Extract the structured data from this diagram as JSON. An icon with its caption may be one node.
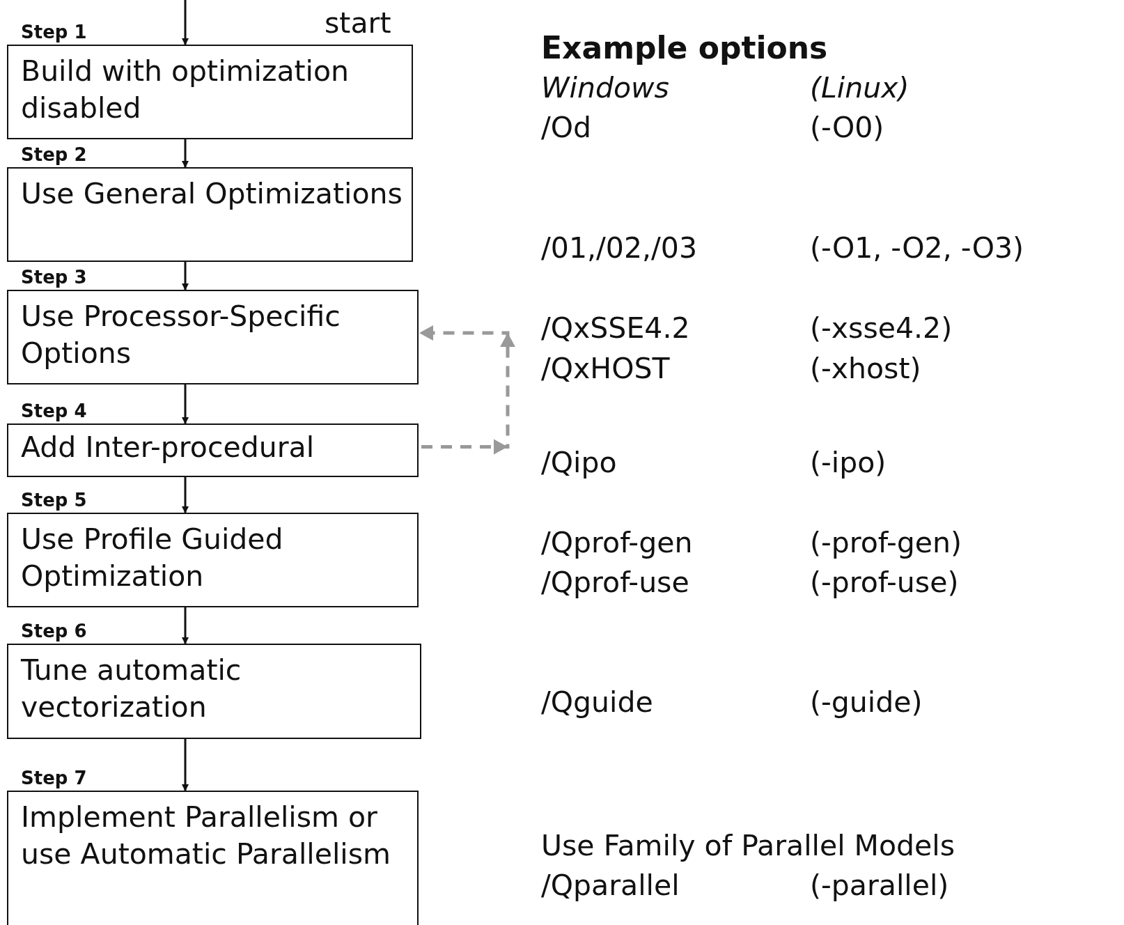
{
  "diagram": {
    "nodes": [
      {
        "text": [
          "Step 1",
          "Build with optimization disabled"
        ]
      },
      {
        "text": [
          "Step 2",
          "Use General Optimizations"
        ]
      },
      {
        "text": [
          "Step 3",
          "Use Processor-Specific Options"
        ]
      },
      {
        "text": [
          "Step 4",
          "Add Inter-procedural"
        ]
      },
      {
        "text": [
          "Step 5",
          "Use Profile Guided Optimization"
        ]
      },
      {
        "text": [
          "Step 6",
          "Tune automatic vectorization"
        ]
      },
      {
        "text": [
          "Step 7",
          "Implement Parallelism or use Automatic Parallelism"
        ]
      }
    ],
    "edges": [
      {
        "from": null,
        "to": 0,
        "arrow": "to"
      },
      {
        "from": 0,
        "to": 1,
        "arrow": "to"
      },
      {
        "from": 1,
        "to": 2,
        "arrow": "to"
      },
      {
        "from": 2,
        "to": 3,
        "arrow": "to"
      },
      {
        "from": 3,
        "to": 4,
        "arrow": "to"
      },
      {
        "from": 4,
        "to": 5,
        "arrow": "to"
      },
      {
        "from": 5,
        "to": 6,
        "arrow": "to"
      },
      {
        "from": 3,
        "to": 2,
        "arrow": "to",
        "style": "dashed",
        "color": "#999999"
      }
    ],
    "labels": [
      "start",
      "Example options",
      "Windows",
      "(Linux)",
      "/Od",
      "(-O0)",
      "/01,/02,/03",
      "(-O1, -O2, -O3)",
      "/QxSSE4.2",
      "(-xsse4.2)",
      "/QxHOST",
      "(-xhost)",
      "/Qipo",
      "(-ipo)",
      "/Qprof-gen",
      "(-prof-gen)",
      "/Qprof-use",
      "(-prof-use)",
      "/Qguide",
      "(-guide)",
      "Use Family of Parallel Models",
      "/Qparallel",
      "(-parallel)"
    ]
  }
}
